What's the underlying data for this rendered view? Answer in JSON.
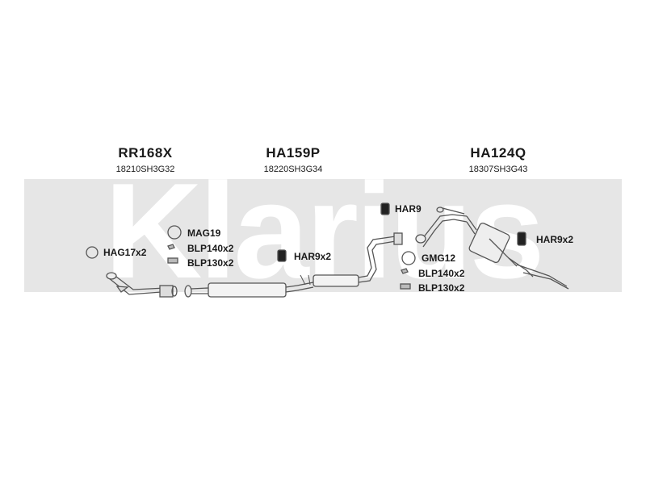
{
  "watermark": {
    "text": "Klarius"
  },
  "headers": [
    {
      "code": "RR168X",
      "sub": "18210SH3G32"
    },
    {
      "code": "HA159P",
      "sub": "18220SH3G34"
    },
    {
      "code": "HA124Q",
      "sub": "18307SH3G43"
    }
  ],
  "labels": {
    "hag17": "HAG17x2",
    "mag19": "MAG19",
    "blp140_a": "BLP140x2",
    "blp130_a": "BLP130x2",
    "har9x2_mid": "HAR9x2",
    "har9": "HAR9",
    "gmg12": "GMG12",
    "blp140_b": "BLP140x2",
    "blp130_b": "BLP130x2",
    "har9x2_right": "HAR9x2"
  },
  "colors": {
    "watermark_bg": "#e6e6e6",
    "line": "#555555"
  }
}
